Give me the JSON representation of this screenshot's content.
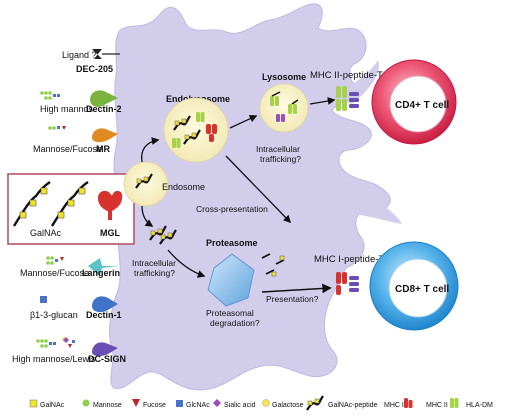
{
  "receptors": {
    "dec205": {
      "name": "DEC-205",
      "ligand": "Ligand ?"
    },
    "dectin2": {
      "name": "Dectin-2",
      "ligand": "High mannos"
    },
    "mr": {
      "name": "MR",
      "ligand": "Mannose/Fucose"
    },
    "mgl": {
      "name": "MGL",
      "ligand": "GalNAc"
    },
    "langerin": {
      "name": "Langerin",
      "ligand": "Mannose/Fucose"
    },
    "dectin1": {
      "name": "Dectin-1",
      "ligand": "β1-3-glucan"
    },
    "dcsign": {
      "name": "DC-SIGN",
      "ligand": "High mannose/Lewis"
    }
  },
  "compartments": {
    "endolysosome": "Endolysosome",
    "lysosome": "Lysosome",
    "endosome": "Endosome",
    "proteasome": "Proteasome",
    "proteasomal_degradation": [
      "Proteasomal",
      "degradation?"
    ]
  },
  "processes": {
    "intracellular_trafficking_top": [
      "Intracellular",
      "trafficking?"
    ],
    "cross_presentation": "Cross-presentation",
    "intracellular_trafficking_left": [
      "Intracellular",
      "trafficking?"
    ],
    "presentation": "Presentation?"
  },
  "tcr": {
    "mhc2": "MHC II-peptide-TCR",
    "mhc1": "MHC I-peptide-TCR",
    "cd4": "CD4+ T cell",
    "cd8": "CD8+ T cell"
  },
  "legend": {
    "galnac": "GalNAc",
    "mannose": "Mannose",
    "fucose": "Fucose",
    "glcnac": "GlcNAc",
    "sialic": "Sialic acid",
    "galactose": "Galactose",
    "galnac_peptide": "GalNAc-peptide",
    "mhc1": "MHC I",
    "mhc2": "MHC II",
    "hladm": "HLA-DM"
  },
  "colors": {
    "cell": "#d3cdec",
    "galnac": "#f2e32a",
    "mannose": "#8fd14f",
    "fucose": "#c0232a",
    "glcnac": "#4a74c9",
    "sialic": "#9b4dbd",
    "galactose": "#f5e64a",
    "cd4": "#e8395a",
    "cd8": "#3fa4e4",
    "highlight": "#b85568"
  }
}
